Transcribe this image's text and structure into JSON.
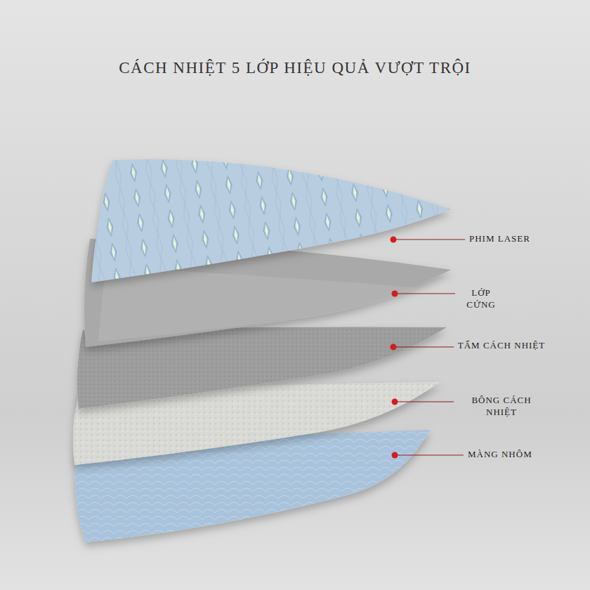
{
  "diagram": {
    "title": "CÁCH NHIỆT 5 LỚP  HIỆU QUẢ VƯỢT TRỘI",
    "labels": [
      "PHIM LASER",
      "LỚP CỨNG",
      "TẤM CÁCH NHIỆT",
      "BÔNG CÁCH NHIỆT",
      "MÀNG NHÔM"
    ]
  }
}
